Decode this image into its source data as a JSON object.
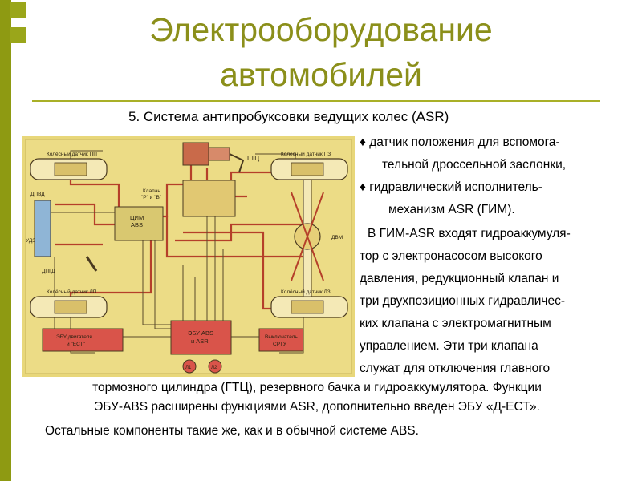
{
  "slide": {
    "title_line1": "Электрооборудование",
    "title_line2": "автомобилей",
    "subtitle": "5. Система антипробуксовки ведущих колес (ASR)"
  },
  "right_text": [
    "♦  датчик положения для вспомога-",
    "тельной дроссельной заслонки,",
    "♦  гидравлический исполнитель-",
    "механизм ASR (ГИМ).",
    "В ГИМ-ASR входят гидроаккумуля-",
    "тор с электронасосом высокого",
    "давления, редукционный клапан и",
    "три двухпозиционных гидравличес-",
    "ких клапана с электромагнитным",
    "управлением.  Эти три клапана",
    "служат для отключения главного"
  ],
  "bottom_text": [
    "тормозного цилиндра (ГТЦ), резервного бачка и гидроаккумулятора. Функции",
    "ЭБУ-ABS расширены функциями ASR, дополнительно введен ЭБУ «Д-ЕСТ».",
    "Остальные компоненты такие же, как и в обычной системе ABS."
  ],
  "diagram": {
    "labels": {
      "sensor_fl": "Колёсный датчик ПП",
      "sensor_rr": "Колёсный датчик ПЗ",
      "sensor_fr": "Колёсный датчик ЛП",
      "sensor_rl": "Колёсный датчик ЛЗ",
      "gtc": "ГТЦ",
      "valve": "Клапан",
      "valve_sub": "\"Р\" и \"В\"",
      "cim1": "ЦИМ",
      "cim2": "ABS",
      "dpvd": "ДПВД",
      "udz": "УДЗ",
      "dpgd": "ДПГД",
      "dvm": "ДВМ",
      "ecu_engine1": "ЭБУ двигателя",
      "ecu_engine2": "и \"ЕСТ\"",
      "ecu_abs1": "ЭБУ ABS",
      "ecu_abs2": "и ASR",
      "switch1": "Выключатель",
      "switch2": "СРТУ",
      "l1": "Л1",
      "l2": "Л2"
    },
    "colors": {
      "background": "#e8d77a",
      "hydraulic": "#b5402a",
      "wiring": "#5a4a2a",
      "ecu_fill": "#d9544a"
    }
  }
}
